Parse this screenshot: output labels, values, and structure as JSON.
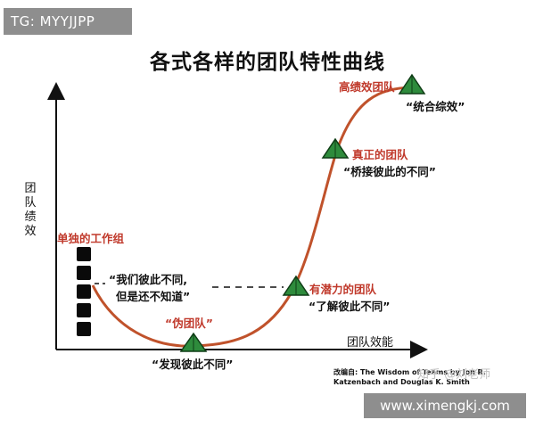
{
  "watermarks": {
    "tg": "TG: MYYJJPP",
    "website": "www.ximengkj.com",
    "overlay": "知乎 @刘老师"
  },
  "title": "各式各样的团队特性曲线",
  "axes": {
    "y_label": "团队绩效",
    "x_label": "团队效能"
  },
  "stages": {
    "working_group": {
      "name": "单独的工作组",
      "quote_line1": "“我们彼此不同,",
      "quote_line2": "但是还不知道”"
    },
    "pseudo_team": {
      "name": "“伪团队”",
      "quote": "“发现彼此不同”"
    },
    "potential_team": {
      "name": "有潜力的团队",
      "quote": "“了解彼此不同”"
    },
    "real_team": {
      "name": "真正的团队",
      "quote": "“桥接彼此的不同”"
    },
    "high_performance_team": {
      "name": "高绩效团队",
      "quote": "“统合综效”"
    }
  },
  "source_note": {
    "line1": "改编自: The Wisdom of Teams by Jon R.",
    "line2": "Katzenbach and Douglas K. Smith"
  },
  "colors": {
    "curve": "#c0522b",
    "label_red": "#c0392b",
    "triangle_fill": "#2e8b3c",
    "triangle_stroke": "#0f3d16"
  }
}
